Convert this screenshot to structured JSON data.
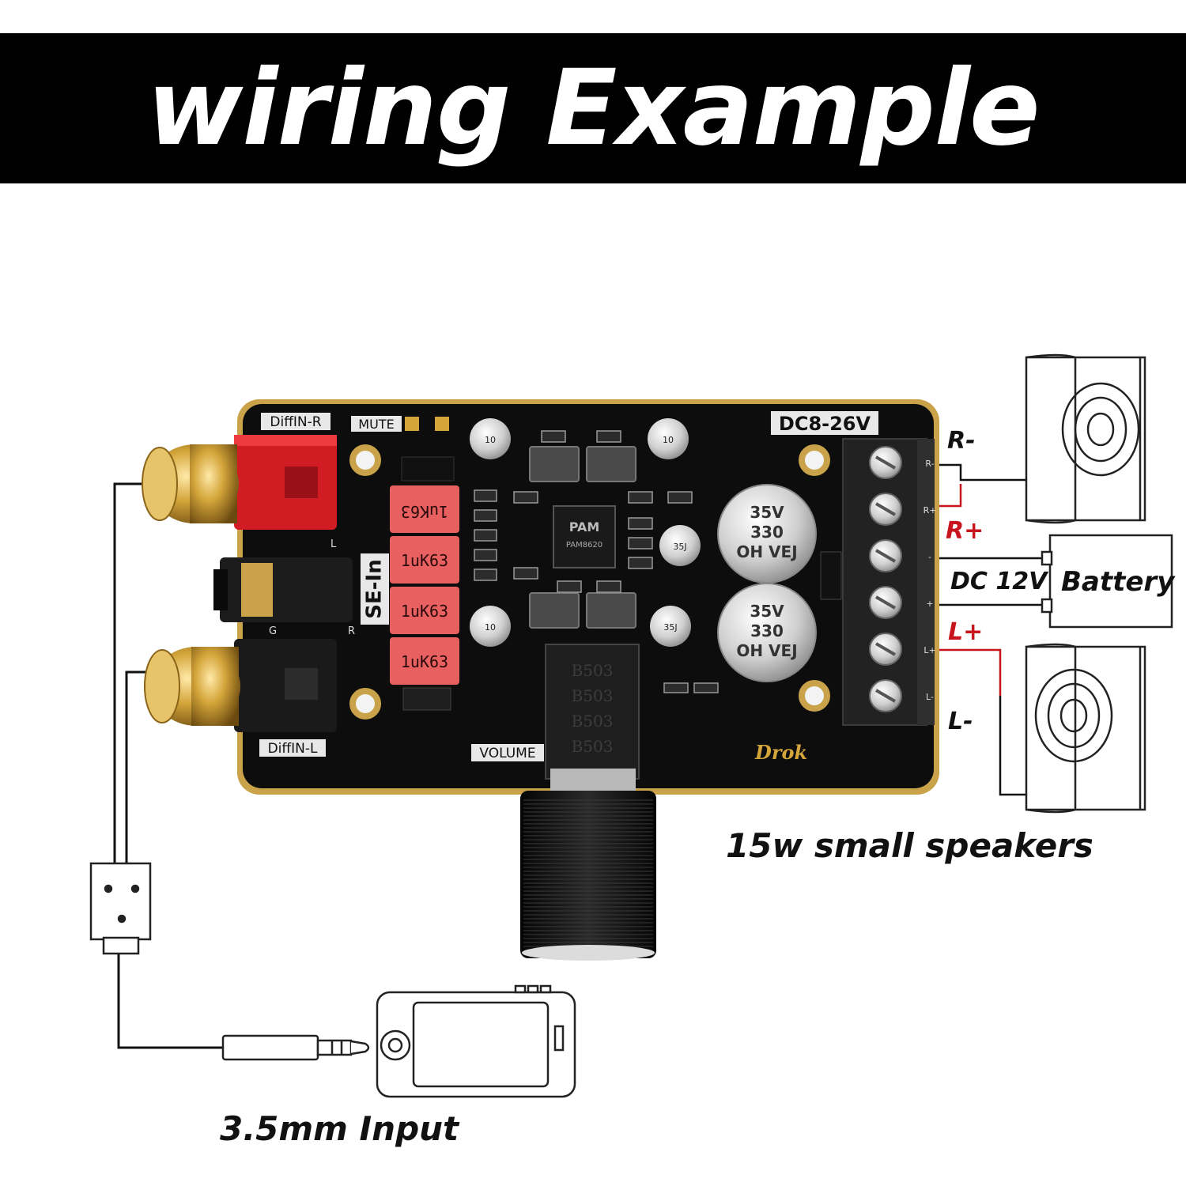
{
  "title": "wiring Example",
  "board": {
    "label_diffin_r": "DiffIN-R",
    "label_mute": "MUTE",
    "label_diffin_l": "DiffIN-L",
    "label_se_in": "SE-In",
    "label_volume": "VOLUME",
    "label_voltage": "DC8-26V",
    "label_brand": "Drok",
    "chip_brand": "PAM",
    "chip_model": "PAM8620",
    "film_caps": [
      "1uK63",
      "1uK63",
      "1uK63",
      "1uK63"
    ],
    "small_cap_text": [
      "10",
      "10",
      "35J"
    ],
    "big_cap_text": [
      "35V",
      "330",
      "OH VEJ"
    ],
    "potentiometer": [
      "B503",
      "B503",
      "B503",
      "B503"
    ],
    "terminal_labels": [
      "R-",
      "R+",
      "-",
      "+",
      "L+",
      "L-"
    ],
    "pin_labels": [
      "L",
      "G",
      "R"
    ]
  },
  "wires": {
    "r_minus": "R-",
    "r_plus": "R+",
    "dc": "DC 12V",
    "l_plus": "L+",
    "l_minus": "L-"
  },
  "battery_label": "Battery",
  "speakers_caption": "15w small speakers",
  "input_caption": "3.5mm Input",
  "colors": {
    "banner": "#000000",
    "board": "#0d0d0d",
    "board_edge": "#c9a24a",
    "rca_gold": "#d4a53a",
    "red": "#d21c24",
    "film_cap": "#e86060"
  }
}
